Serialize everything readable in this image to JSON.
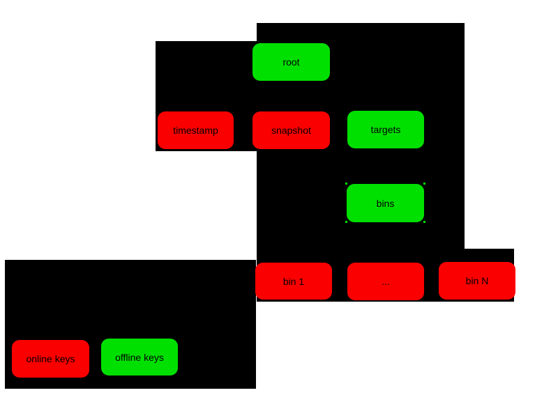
{
  "nodes": {
    "root": {
      "label": "root",
      "color": "green"
    },
    "timestamp": {
      "label": "timestamp",
      "color": "red"
    },
    "snapshot": {
      "label": "snapshot",
      "color": "red"
    },
    "targets": {
      "label": "targets",
      "color": "green"
    },
    "bins": {
      "label": "bins",
      "color": "green",
      "selected": true
    },
    "bin1": {
      "label": "bin 1",
      "color": "red"
    },
    "binEllipsis": {
      "label": "...",
      "color": "red"
    },
    "binN": {
      "label": "bin N",
      "color": "red"
    },
    "onlineKeys": {
      "label": "online keys",
      "color": "red"
    },
    "offlineKeys": {
      "label": "offline keys",
      "color": "green"
    }
  },
  "colors": {
    "red": "#fb0000",
    "green": "#00e000",
    "panel": "#000000",
    "background": "#ffffff",
    "text": "#000000"
  }
}
